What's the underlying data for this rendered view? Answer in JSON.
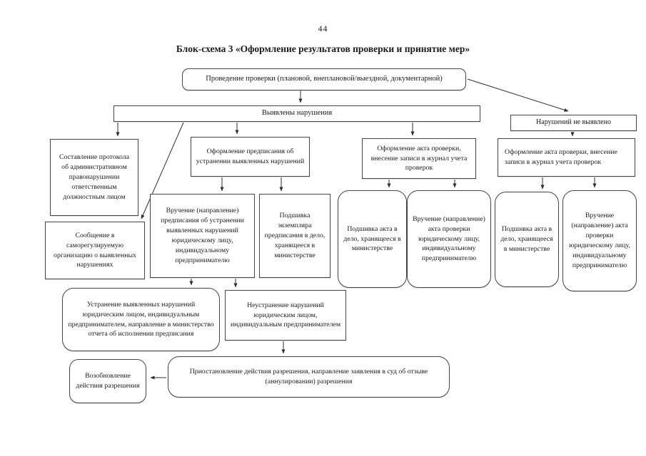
{
  "page": {
    "number": "44",
    "title": "Блок-схема 3  «Оформление результатов проверки и принятие мер»"
  },
  "nodes": {
    "inspection": {
      "text": "Проведение проверки (плановой, внеплановой/выездной, документарной)"
    },
    "violations_found": {
      "text": "Выявлены нарушения"
    },
    "no_violations": {
      "text": "Нарушений не выявлено"
    },
    "protocol": {
      "text": "Составление протокола об административном правонарушении ответственным должностным лицом"
    },
    "sro_report": {
      "text": "Сообщение в саморегулируемую организацию о выявленных нарушениях"
    },
    "order_issue": {
      "text": "Оформление предписания об устранении выявленных нарушений"
    },
    "order_delivery": {
      "text": "Вручение (направление) предписания об устранении выявленных нарушений юридическому лицу, индивидуальному предпринимателю"
    },
    "order_filing": {
      "text": "Подшивка экземпляра предписания в дело, хранящееся в министерстве"
    },
    "act_registration_1": {
      "text": "Оформление акта проверки, внесение записи в журнал учета проверок"
    },
    "act_registration_2": {
      "text": "Оформление акта проверки, внесение записи в журнал учета проверок"
    },
    "act_filing_1": {
      "text": "Подшивка акта в дело, хранящееся в министерстве"
    },
    "act_delivery_1": {
      "text": "Вручение (направление) акта проверки юридическому лицу, индивидуальному предпринимателю"
    },
    "act_filing_2": {
      "text": "Подшивка акта в дело, хранящееся в министерстве"
    },
    "act_delivery_2": {
      "text": "Вручение (направление) акта проверки юридическому лицу, индивидуальному предпринимателю"
    },
    "elimination": {
      "text": "Устранение выявленных нарушений юридическим лицом, индивидуальным предпринимателем, направление в министерство отчета об исполнении предписания"
    },
    "non_elimination": {
      "text": "Неустранение нарушений юридическим лицом, индивидуальным предпринимателем"
    },
    "suspension": {
      "text": "Приостановление действия разрешения, направление заявления в суд об отзыве (аннулировании) разрешения"
    },
    "resumption": {
      "text": "Возобновление действия разрешения"
    }
  },
  "colors": {
    "line": "#2e2e2e",
    "box_border": "#454545",
    "background": "#fefefe",
    "text": "#1b1b1b"
  }
}
